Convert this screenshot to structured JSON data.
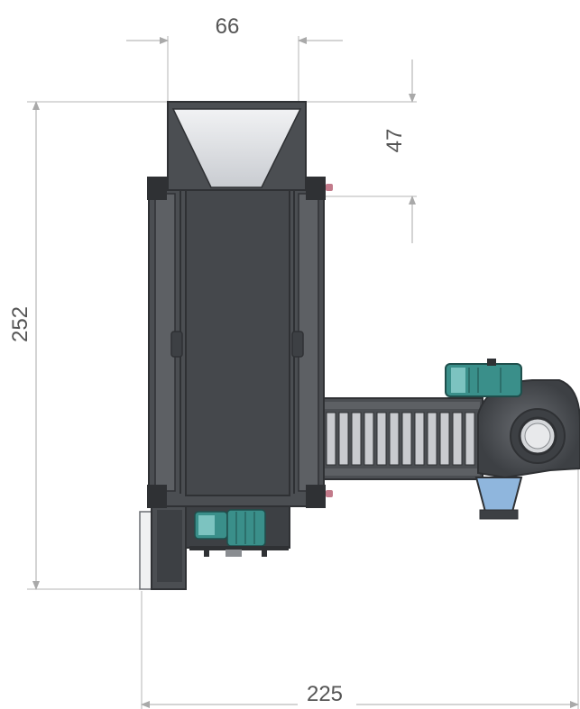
{
  "dimensions": {
    "top_width": "66",
    "hopper_height": "47",
    "total_height": "252",
    "total_width": "225"
  },
  "colors": {
    "body": "#4b4e52",
    "body_dark": "#2f3134",
    "body_light": "#5d6064",
    "hopper_inner": "#e3e5e8",
    "motor_teal": "#3a8f8a",
    "motor_teal_light": "#7cc3c0",
    "conveyor_slat": "#c9cbcf",
    "dimension_line": "#a9a9a9",
    "dimension_text": "#555555",
    "bolt": "#c27a8a",
    "outlet_cone": "#8fb6dd"
  }
}
